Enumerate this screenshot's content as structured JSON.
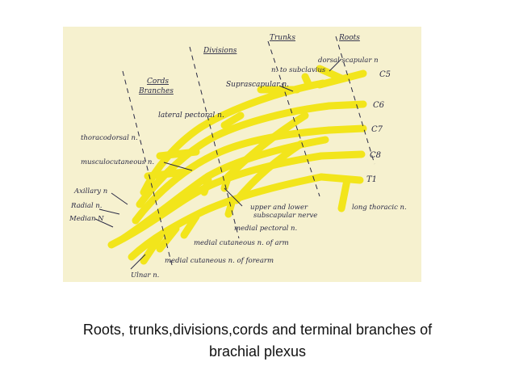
{
  "figure": {
    "labels": {
      "divisions": "Divisions",
      "trunks": "Trunks",
      "roots": "Roots",
      "cords": "Cords",
      "branches": "Branches",
      "dorsal_scapular": "dorsal scapular n",
      "n_to_subclavius": "n. to subclavius",
      "suprascapular": "Suprascapular n.",
      "lateral_pectoral": "lateral pectoral n.",
      "thoracodorsal": "thoracodorsal n.",
      "musculocutaneous": "musculocutaneous n.",
      "axillary": "Axillary n",
      "radial": "Radial n.",
      "median": "Median N",
      "upper_lower_subscapular_1": "upper and lower",
      "upper_lower_subscapular_2": "subscapular nerve",
      "long_thoracic": "long thoracic n.",
      "medial_pectoral": "medial pectoral n.",
      "medial_cut_arm": "medial cutaneous n. of arm",
      "medial_cut_forearm": "medial cutaneous n. of forearm",
      "ulnar": "Ulnar n.",
      "c5": "C5",
      "c6": "C6",
      "c7": "C7",
      "c8": "C8",
      "t1": "T1"
    },
    "colors": {
      "background": "#f6f1cf",
      "nerve": "#f2e51b",
      "ink": "#2a2a45"
    }
  },
  "caption": {
    "line1": "Roots, trunks,divisions,cords and terminal branches of",
    "line2": "brachial plexus"
  }
}
